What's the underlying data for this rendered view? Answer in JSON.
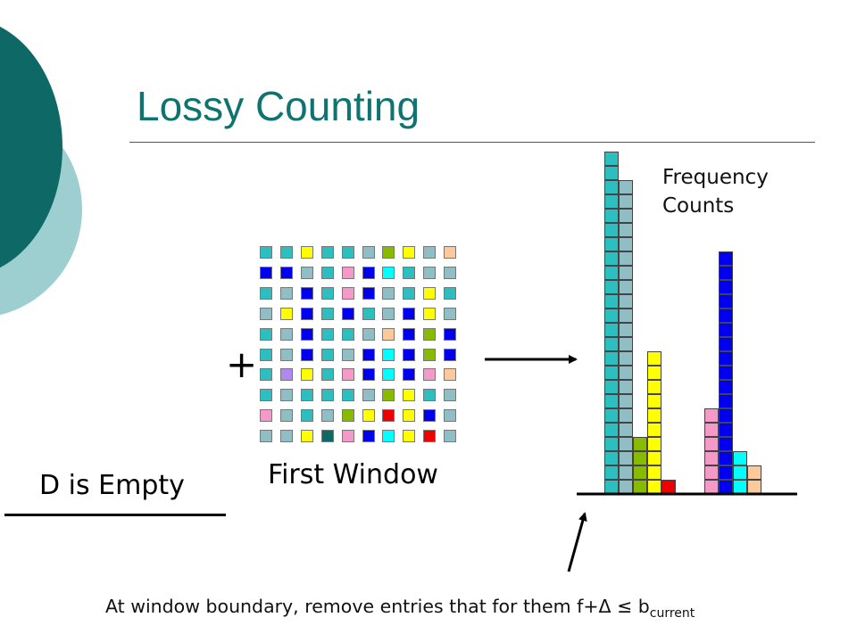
{
  "slide": {
    "title": "Lossy Counting",
    "plus_sign": "+",
    "window_label": "First Window",
    "frequency_label": [
      "Frequency",
      "Counts"
    ],
    "d_label": "D is Empty",
    "caption": {
      "text": "At window boundary, remove entries that for them f+Δ ≤ b",
      "subscript": "current"
    }
  },
  "colors": {
    "teal": "#2dbfc0",
    "gray_teal": "#8fbfc5",
    "yellow": "#ffff00",
    "blue": "#0000ee",
    "pink": "#f59ac8",
    "cyan": "#00ffff",
    "olive": "#88bb00",
    "peach": "#fcc99a",
    "red": "#ee0000",
    "lavender": "#b089f0",
    "dark_teal": "#0e6966",
    "title": "#0f7470"
  },
  "window_grid": [
    [
      "teal",
      "teal",
      "yellow",
      "teal",
      "teal",
      "gray_teal",
      "olive",
      "yellow",
      "gray_teal",
      "peach"
    ],
    [
      "blue",
      "blue",
      "gray_teal",
      "teal",
      "pink",
      "blue",
      "cyan",
      "teal",
      "gray_teal",
      "gray_teal"
    ],
    [
      "teal",
      "gray_teal",
      "blue",
      "teal",
      "pink",
      "blue",
      "gray_teal",
      "teal",
      "yellow",
      "teal"
    ],
    [
      "gray_teal",
      "yellow",
      "blue",
      "teal",
      "blue",
      "teal",
      "gray_teal",
      "blue",
      "yellow",
      "gray_teal"
    ],
    [
      "teal",
      "gray_teal",
      "blue",
      "teal",
      "teal",
      "gray_teal",
      "peach",
      "blue",
      "olive",
      "blue"
    ],
    [
      "teal",
      "gray_teal",
      "blue",
      "teal",
      "gray_teal",
      "blue",
      "cyan",
      "blue",
      "olive",
      "blue"
    ],
    [
      "teal",
      "lavender",
      "yellow",
      "teal",
      "pink",
      "blue",
      "cyan",
      "blue",
      "pink",
      "peach"
    ],
    [
      "teal",
      "gray_teal",
      "teal",
      "teal",
      "teal",
      "gray_teal",
      "olive",
      "yellow",
      "teal",
      "gray_teal"
    ],
    [
      "pink",
      "gray_teal",
      "teal",
      "gray_teal",
      "olive",
      "yellow",
      "red",
      "yellow",
      "blue",
      "gray_teal"
    ],
    [
      "gray_teal",
      "gray_teal",
      "yellow",
      "dark_teal",
      "pink",
      "blue",
      "cyan",
      "yellow",
      "red",
      "gray_teal"
    ]
  ],
  "frequency_bars": [
    {
      "color": "teal",
      "count": 24
    },
    {
      "color": "gray_teal",
      "count": 22
    },
    {
      "color": "olive",
      "count": 4
    },
    {
      "color": "yellow",
      "count": 10
    },
    {
      "color": "red",
      "count": 1
    },
    {
      "color": "pink",
      "count": 6
    },
    {
      "color": "blue",
      "count": 17
    },
    {
      "color": "cyan",
      "count": 3
    },
    {
      "color": "peach",
      "count": 2
    }
  ]
}
